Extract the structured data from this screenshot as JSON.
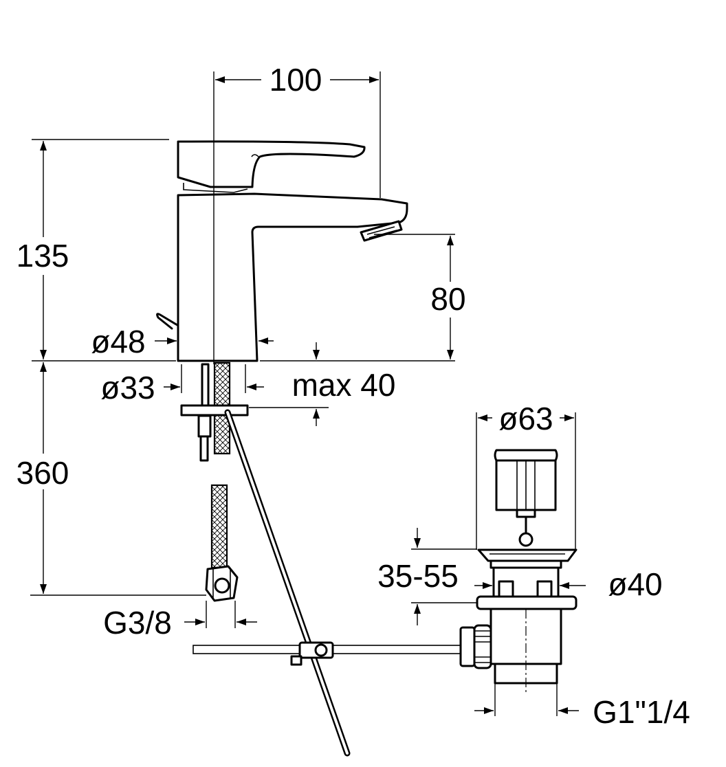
{
  "dimensions": {
    "width_100": "100",
    "height_135": "135",
    "spout_height_80": "80",
    "base_dia_48": "ø48",
    "hole_dia_33": "ø33",
    "max_thickness": "max 40",
    "supply_length_360": "360",
    "supply_thread": "G3/8",
    "plug_dia_63": "ø63",
    "plug_range": "35-55",
    "waste_dia_40": "ø40",
    "waste_thread": "G1\"1/4"
  }
}
